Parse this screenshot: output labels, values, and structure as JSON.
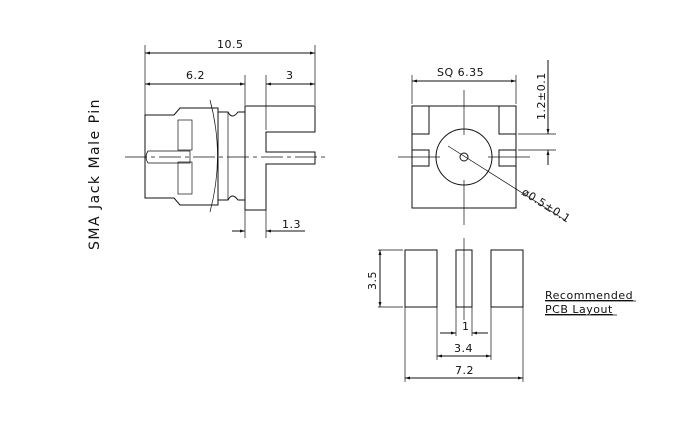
{
  "title": "SMA Jack Male Pin",
  "side_view": {
    "overall_length": "10.5",
    "body_length": "6.2",
    "tab_length": "3",
    "flange_offset": "1.3"
  },
  "front_view": {
    "square": "SQ 6.35",
    "offset": "1.2±0.1",
    "pin_diameter": "ø0.5±0.1"
  },
  "pcb_layout": {
    "label_line1": "Recommended",
    "label_line2": "PCB Layout",
    "pad_height": "3.5",
    "center_pad_width": "1",
    "inner_gap": "3.4",
    "overall_width": "7.2"
  }
}
